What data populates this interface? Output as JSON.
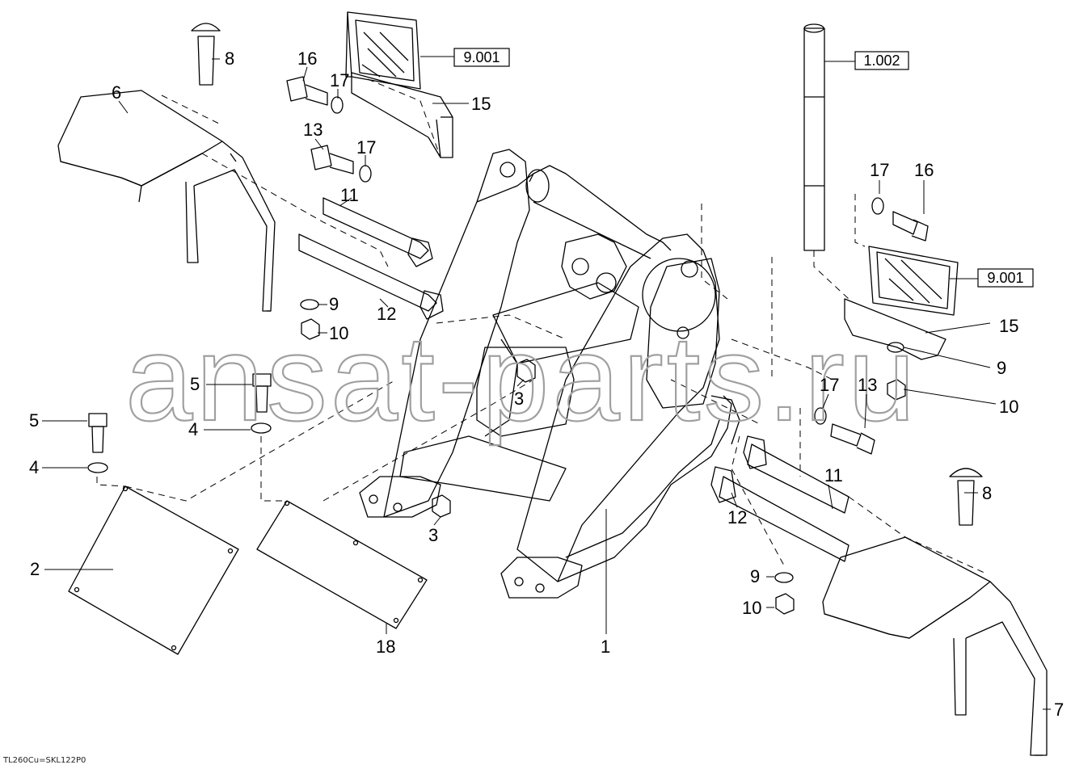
{
  "drawing_code": "TL260Cu=SKL122P0",
  "watermark": "ansat-parts.ru",
  "callouts": [
    "8",
    "6",
    "16",
    "17",
    "13",
    "17",
    "15",
    "11",
    "12",
    "9",
    "10",
    "5",
    "4",
    "5",
    "4",
    "3",
    "3",
    "2",
    "18",
    "1",
    "17",
    "16",
    "15",
    "9",
    "10",
    "17",
    "13",
    "11",
    "12",
    "8",
    "9",
    "10",
    "7"
  ],
  "references": [
    "9.001",
    "1.002",
    "9.001"
  ],
  "colors": {
    "line": "#000000",
    "watermark": "#a0a0a0",
    "background": "#ffffff"
  }
}
